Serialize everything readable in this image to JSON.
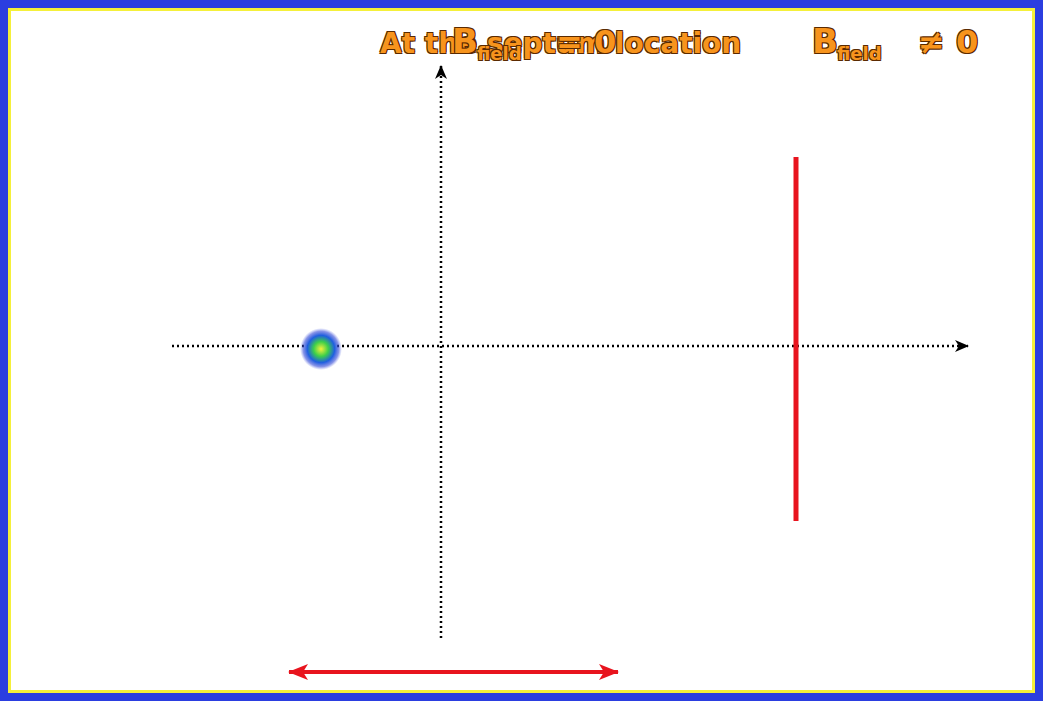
{
  "diagram": {
    "title": "At the septum location",
    "labels": [
      "B",
      "field",
      "= 0",
      "B",
      "field",
      "≠ 0"
    ]
  }
}
